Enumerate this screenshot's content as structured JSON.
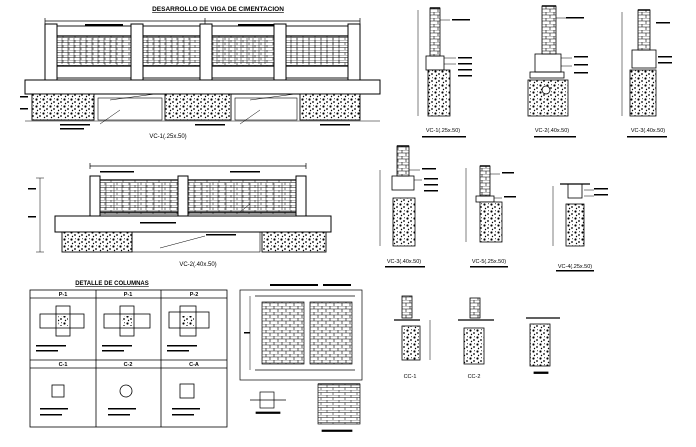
{
  "sheet_titles": {
    "beam_development": "DESARROLLO DE VIGA DE CIMENTACION",
    "column_details": "DETALLE DE COLUMNAS"
  },
  "sections": {
    "vc1_elev": "VC-1(.25x.50)",
    "vc2_elev": "VC-2(.40x.50)",
    "vc1_sec": "VC-1(.25x.50)",
    "vc2_sec": "VC-2(.40x.50)",
    "vc3_sec": "VC-3(.40x.50)",
    "vc3b_sec": "VC-3(.40x.50)",
    "vc5_sec": "VC-5(.25x.50)",
    "vc4_sec": "VC-4(.25x.50)",
    "cc1": "CC-1",
    "cc2": "CC-2"
  },
  "column_table": {
    "top_headers": [
      "P-1",
      "P-1",
      "P-2"
    ],
    "bottom_headers": [
      "C-1",
      "C-2",
      "C-A"
    ]
  },
  "colors": {
    "ink": "#000000",
    "paper": "#ffffff"
  }
}
